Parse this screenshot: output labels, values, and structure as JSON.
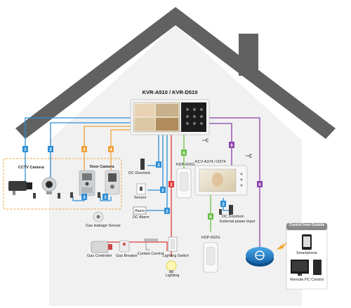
{
  "title": "KVR-A510 / KVR-D510",
  "labels": {
    "cctv_camera": "CCTV Camera",
    "door_camera": "Door Camera",
    "dc_doorlock_1": "DC Doorlock",
    "sensor": "Sensor",
    "alarm": "Alarm",
    "dc_alarm": "DC Alarm",
    "kdp_602g_1": "KDP-602G",
    "kcv_a374": "KCV-A374 / D374",
    "dc_doorlock_2": "DC Doorlock",
    "external_power": "External power input",
    "kdp_602g_2": "KDP-602G",
    "gas_leakage_sensor": "Gas leakage Sensor",
    "gas_controller": "Gas Controller",
    "gas_breaker": "Gas Breaker",
    "curtain_control": "Curtain Control",
    "lighting_switch": "Lighting Switch",
    "lighting": "Lighting",
    "control_from_outside": "Control from Outside",
    "smartphone": "Smartphone",
    "remote_pc_control": "Remote PC Control"
  },
  "badges": {
    "cam1": "2",
    "cam2": "2",
    "door1": "4",
    "door2": "4",
    "doorlock1": "2",
    "sensor": "2",
    "alarm": "2",
    "lighting": "2",
    "phone1": "6",
    "vertical_purple": "8",
    "right_purple": "8",
    "doorcam_bottom1": "2",
    "doorcam_bottom2": "2",
    "kcv_lock": "2",
    "phone2": "6"
  },
  "colors": {
    "roof": "#616161",
    "house_fill": "#f1f1f1",
    "blue_line": "#2b8ed6",
    "orange_line": "#f0a23a",
    "green_line": "#6cc04a",
    "red_line": "#e03a3a",
    "purple_line": "#8a3fa8",
    "dashed_box": "#f0a23a",
    "control_header": "#8a8a8a",
    "lightning": "#f3a21b"
  },
  "icons": {
    "monitor": "monitor-icon",
    "cctv_box": "cctv-box-camera-icon",
    "cctv_dome": "cctv-dome-camera-icon",
    "door_cam": "door-camera-icon",
    "doorlock": "doorlock-icon",
    "sensor": "sensor-icon",
    "alarm": "alarm-icon",
    "phone": "interphone-icon",
    "gas_sensor": "gas-sensor-icon",
    "gas_controller": "gas-controller-icon",
    "gas_breaker": "gas-breaker-icon",
    "curtain": "curtain-icon",
    "switch": "lighting-switch-icon",
    "bulb": "lightbulb-icon",
    "router": "router-icon",
    "smartphone": "smartphone-icon",
    "pc": "pc-icon",
    "lightning": "lightning-icon"
  }
}
